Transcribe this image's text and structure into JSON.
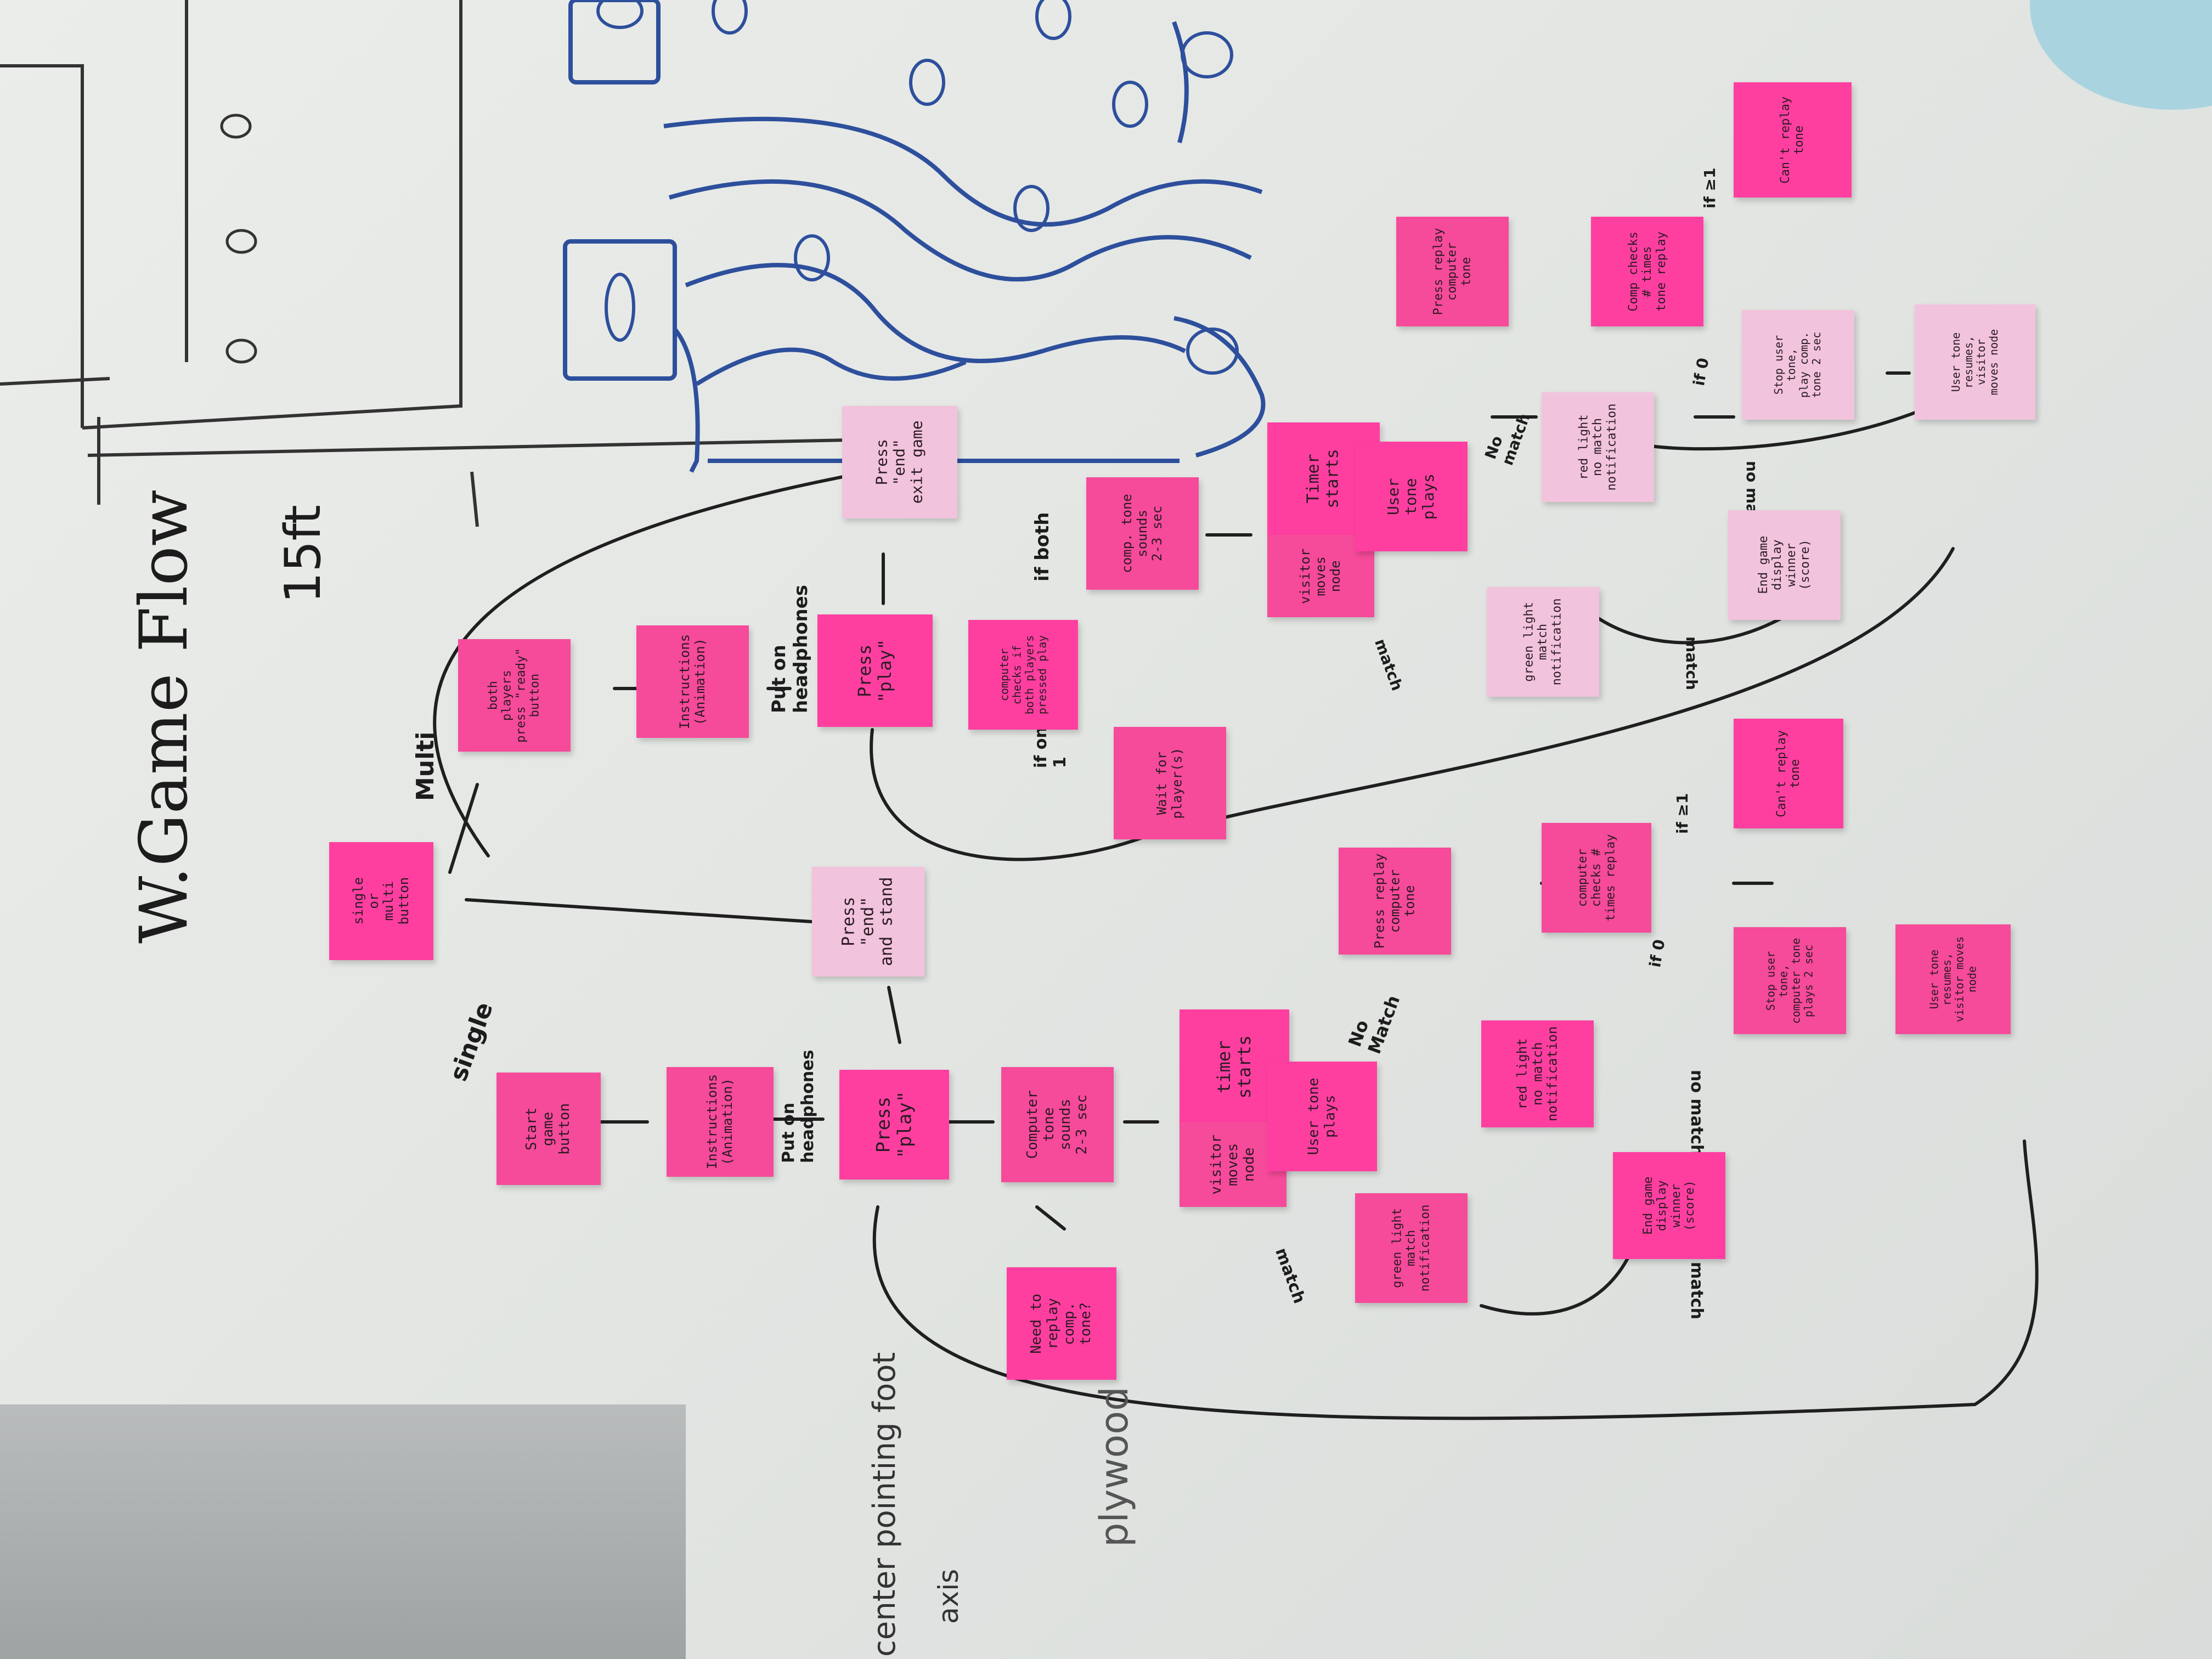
{
  "title": "W.Game Flow",
  "sketch": {
    "dimension_label": "15ft",
    "wood_label": "plywood",
    "scribble_1": "center pointing foot",
    "scribble_2": "axis"
  },
  "notes": {
    "single_multi": "single\nor\nmulti\nbutton",
    "press_end_and_stand": "Press\n\"end\"\nand stand",
    "start_game": "Start\ngame\nbutton",
    "s_instructions": "Instructions\n(Animation)",
    "s_press_play": "Press\n\"play\"",
    "s_comp_tone": "Computer\ntone\nsounds\n2-3 sec",
    "s_need_replay": "Need to\nreplay\ncomp. tone?",
    "s_timer": "timer\nstarts",
    "s_visitor": "visitor\nmoves\nnode",
    "s_user_tone": "User tone\nplays",
    "s_press_replay": "Press replay\ncomputer\ntone",
    "s_comp_checks": "computer\nchecks #\ntimes replay",
    "s_cant_replay": "Can't replay\ntone",
    "s_stop_user": "Stop user\ntone,\ncomputer tone\nplays 2 sec",
    "s_resumes": "User tone\nresumes,\nvisitor moves\nnode",
    "s_red": "red light\nno match\nnotification",
    "s_green": "green light\nmatch\nnotification",
    "s_end": "End game\ndisplay\nwinner (score)",
    "m_both_ready": "both\nplayers\npress \"ready\"\nbutton",
    "m_instructions": "Instructions\n(Animation)",
    "m_press_play": "Press\n\"play\"",
    "m_comp_checks": "computer\nchecks if\nboth players\npressed play",
    "m_wait": "Wait for\nplayer(s)",
    "m_press_end_exit": "Press\n\"end\"\nexit game",
    "m_comp_tone": "comp. tone\nsounds\n2-3 sec",
    "m_timer": "Timer\nstarts",
    "m_visitor": "visitor\nmoves\nnode",
    "m_user_tone": "User\ntone\nplays",
    "m_press_replay": "Press replay\ncomputer\ntone",
    "m_comp_checks_replay": "Comp checks\n# times\ntone replay",
    "m_cant_replay": "Can't replay\ntone",
    "m_stop_user": "Stop user\ntone,\nplay comp.\ntone 2 sec",
    "m_resumes": "User tone\nresumes,\nvisitor\nmoves node",
    "m_red": "red light\nno match\nnotification",
    "m_green": "green light\nmatch\nnotification",
    "m_end": "End game\ndisplay\nwinner (score)"
  },
  "labels": {
    "single": "single",
    "multi": "Multi",
    "put_on_headphones_s": "Put on\nheadphones",
    "put_on_headphones_m": "Put on\nheadphones",
    "if_both": "if both",
    "if_only_1": "if only\n1",
    "match_s": "match",
    "no_match_s": "No\nMatch",
    "no_match_s2": "no match",
    "match_s2": "match",
    "if_0_s": "if 0",
    "if_ge1_s": "if ≥1",
    "match_m": "match",
    "no_match_m": "No\nmatch",
    "no_match_m2": "no match",
    "match_m2": "match",
    "if_0_m": "if 0",
    "if_ge1_m": "if ≥1"
  }
}
